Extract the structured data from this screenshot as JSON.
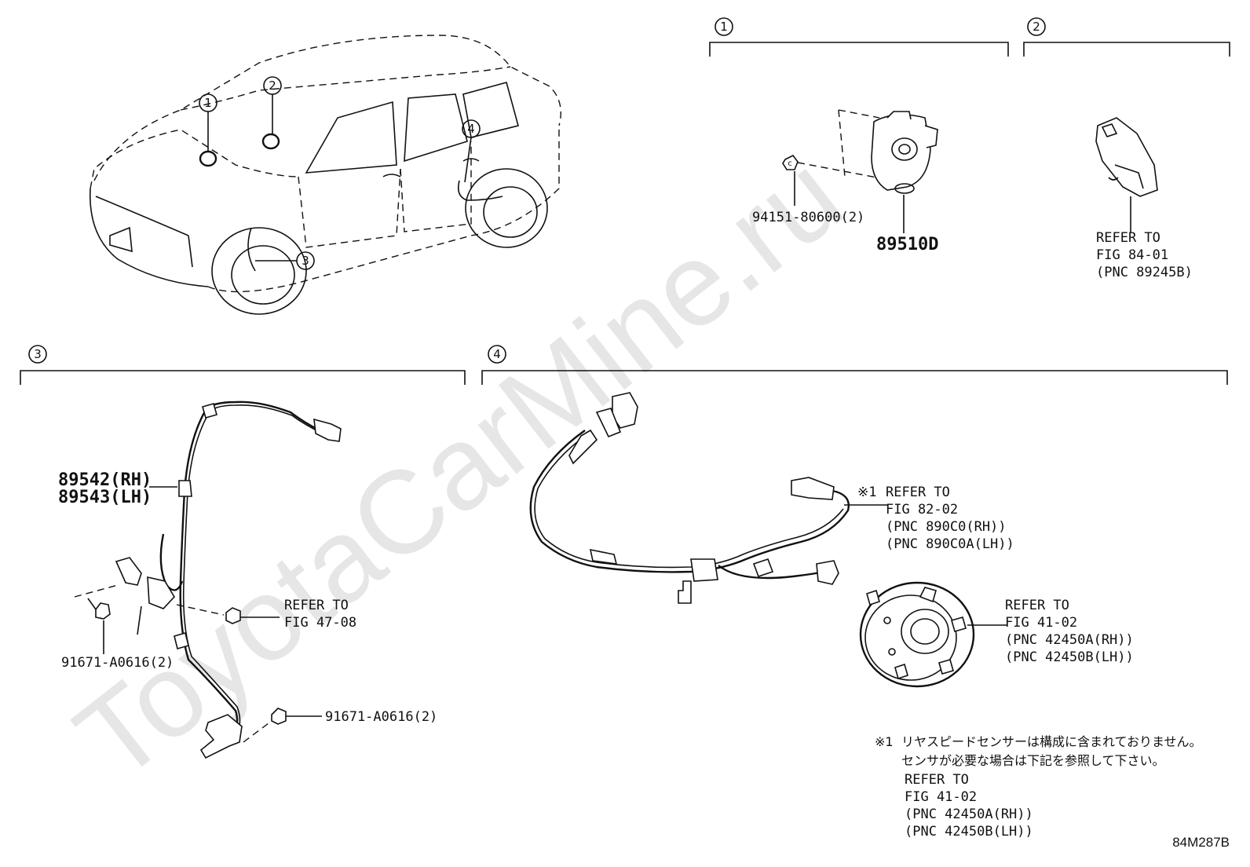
{
  "watermark": "ToyotaCarMine.ru",
  "figure_code": "84M287B",
  "callouts": [
    "1",
    "2",
    "3",
    "4"
  ],
  "section1": {
    "number": "1",
    "bolt_part": "94151-80600(2)",
    "bolt_marker": "c",
    "main_part": "89510D"
  },
  "section2": {
    "number": "2",
    "refer": [
      "REFER TO",
      "FIG 84-01",
      "(PNC 89245B)"
    ]
  },
  "section3": {
    "number": "3",
    "sensor_rh": "89542(RH)",
    "sensor_lh": "89543(LH)",
    "bolt_left": "91671-A0616(2)",
    "bolt_right": "91671-A0616(2)",
    "refer": [
      "REFER TO",
      "FIG 47-08"
    ]
  },
  "section4": {
    "number": "4",
    "note_mark": "※1",
    "refer_wire": [
      "REFER TO",
      "FIG 82-02",
      "(PNC 890C0(RH))",
      "(PNC 890C0A(LH))"
    ],
    "refer_hub": [
      "REFER TO",
      "FIG 41-02",
      "(PNC 42450A(RH))",
      "(PNC 42450B(LH))"
    ]
  },
  "footnote": {
    "mark": "※1",
    "jp_line1": "リヤスピードセンサーは構成に含まれておりません。",
    "jp_line2": "センサが必要な場合は下記を参照して下さい。",
    "lines": [
      "REFER TO",
      "FIG 41-02",
      "(PNC 42450A(RH))",
      "(PNC 42450B(LH))"
    ]
  }
}
